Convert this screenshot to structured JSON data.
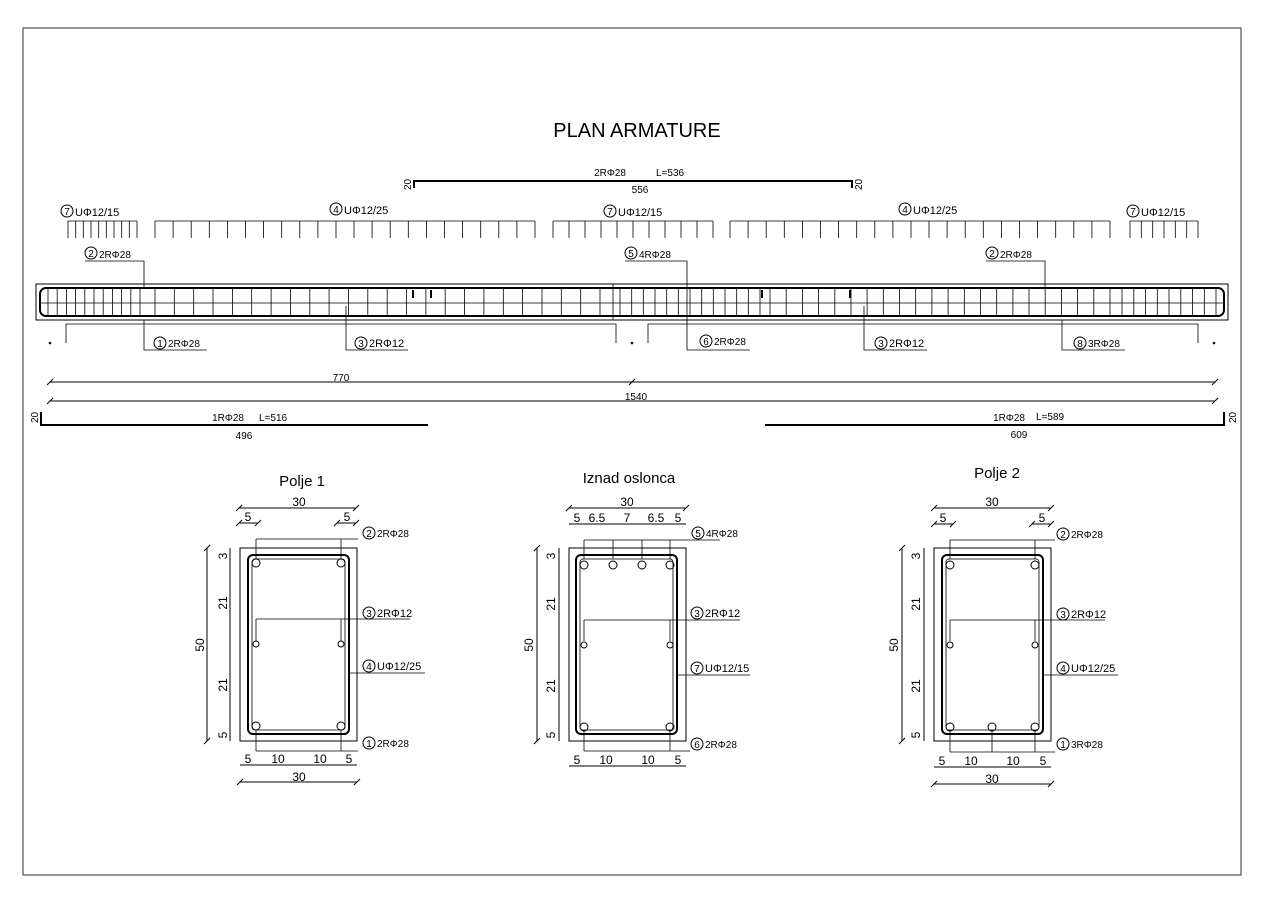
{
  "title": "PLAN ARMATURE",
  "top_bar": {
    "label": "2RΦ28",
    "length": "L=536",
    "dim": "556",
    "hook_left": "20",
    "hook_right": "20"
  },
  "stirrup_labels": {
    "s7_left": {
      "num": "7",
      "text": "UΦ12/15"
    },
    "s4_left": {
      "num": "4",
      "text": "UΦ12/25"
    },
    "s7_mid": {
      "num": "7",
      "text": "UΦ12/15"
    },
    "s4_right": {
      "num": "4",
      "text": "UΦ12/25"
    },
    "s7_right": {
      "num": "7",
      "text": "UΦ12/15"
    }
  },
  "upper_bar_labels": {
    "b2_left": {
      "num": "2",
      "text": "2RΦ28"
    },
    "b5_mid": {
      "num": "5",
      "text": "4RΦ28"
    },
    "b2_right": {
      "num": "2",
      "text": "2RΦ28"
    }
  },
  "lower_bar_labels": {
    "b1": {
      "num": "1",
      "text": "2RΦ28"
    },
    "b3_left": {
      "num": "3",
      "text": "2RΦ12"
    },
    "b6": {
      "num": "6",
      "text": "2RΦ28"
    },
    "b3_right": {
      "num": "3",
      "text": "2RΦ12"
    },
    "b8": {
      "num": "8",
      "text": "3RΦ28"
    }
  },
  "dims": {
    "half": "770",
    "total": "1540"
  },
  "bottom_left_bar": {
    "label": "1RΦ28",
    "length": "L=516",
    "dim": "496",
    "hook": "20"
  },
  "bottom_right_bar": {
    "label": "1RΦ28",
    "length": "L=589",
    "dim": "609",
    "hook": "20"
  },
  "sections": {
    "polje1": {
      "title": "Polje 1",
      "top_width": "30",
      "top_cover_l": "5",
      "top_cover_r": "5",
      "height": "50",
      "v_dims": [
        "3",
        "21",
        "21",
        "5"
      ],
      "bottom_dims": [
        "5",
        "10",
        "10",
        "5"
      ],
      "bottom_width": "30",
      "labels": [
        {
          "num": "2",
          "text": "2RΦ28"
        },
        {
          "num": "3",
          "text": "2RΦ12"
        },
        {
          "num": "4",
          "text": "UΦ12/25"
        },
        {
          "num": "1",
          "text": "2RΦ28"
        }
      ]
    },
    "oslonac": {
      "title": "Iznad oslonca",
      "top_width": "30",
      "top_dims": [
        "5",
        "6.5",
        "7",
        "6.5",
        "5"
      ],
      "height": "50",
      "v_dims": [
        "3",
        "21",
        "21",
        "5"
      ],
      "bottom_dims": [
        "5",
        "10",
        "10",
        "5"
      ],
      "labels": [
        {
          "num": "5",
          "text": "4RΦ28"
        },
        {
          "num": "3",
          "text": "2RΦ12"
        },
        {
          "num": "7",
          "text": "UΦ12/15"
        },
        {
          "num": "6",
          "text": "2RΦ28"
        }
      ]
    },
    "polje2": {
      "title": "Polje 2",
      "top_width": "30",
      "top_cover_l": "5",
      "top_cover_r": "5",
      "height": "50",
      "v_dims": [
        "3",
        "21",
        "21",
        "5"
      ],
      "bottom_dims": [
        "5",
        "10",
        "10",
        "5"
      ],
      "bottom_width": "30",
      "labels": [
        {
          "num": "2",
          "text": "2RΦ28"
        },
        {
          "num": "3",
          "text": "2RΦ12"
        },
        {
          "num": "4",
          "text": "UΦ12/25"
        },
        {
          "num": "1",
          "text": "3RΦ28"
        }
      ]
    }
  }
}
